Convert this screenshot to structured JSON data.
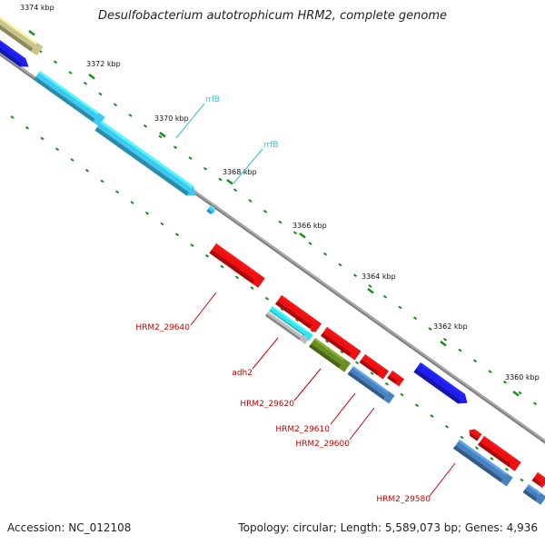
{
  "title": "Desulfobacterium autotrophicum HRM2, complete genome",
  "footer": {
    "accession": "Accession: NC_012108",
    "summary": "Topology: circular; Length: 5,589,073 bp; Genes: 4,936"
  },
  "colors": {
    "backbone": "#808080",
    "tick": "#1a8c1a",
    "label_red": "#cc0000",
    "label_cyan": "#33bbdd"
  },
  "ticks": [
    {
      "label": "3374 kbp"
    },
    {
      "label": "3372 kbp"
    },
    {
      "label": "3370 kbp"
    },
    {
      "label": "3368 kbp"
    },
    {
      "label": "3366 kbp"
    },
    {
      "label": "3364 kbp"
    },
    {
      "label": "3362 kbp"
    },
    {
      "label": "3360 kbp"
    }
  ],
  "feature_labels": [
    {
      "text": "rrlB",
      "color_key": "label_cyan"
    },
    {
      "text": "rrfB",
      "color_key": "label_cyan"
    },
    {
      "text": "HRM2_29640",
      "color_key": "label_red"
    },
    {
      "text": "adh2",
      "color_key": "label_red"
    },
    {
      "text": "HRM2_29620",
      "color_key": "label_red"
    },
    {
      "text": "HRM2_29610",
      "color_key": "label_red"
    },
    {
      "text": "HRM2_29600",
      "color_key": "label_red"
    },
    {
      "text": "HRM2_29580",
      "color_key": "label_red"
    }
  ],
  "features": [
    {
      "color": "#c8c48a",
      "name": "olive-gene-top"
    },
    {
      "color": "#1e1eee",
      "name": "blue-gene-top"
    },
    {
      "color": "#3fc8f0",
      "name": "cyan-rrna-gene-1"
    },
    {
      "color": "#3fc8f0",
      "name": "cyan-rrna-gene-2"
    },
    {
      "color": "#3fc8f0",
      "name": "cyan-rrna-gene-3"
    },
    {
      "color": "#ee1010",
      "name": "red-gene-29640"
    },
    {
      "color": "#ee1010",
      "name": "red-gene-2"
    },
    {
      "color": "#2ee8ee",
      "name": "cyan-gene-adh"
    },
    {
      "color": "#bcbcbc",
      "name": "grey-gene-adh"
    },
    {
      "color": "#ee1010",
      "name": "red-gene-3"
    },
    {
      "color": "#6b8e23",
      "name": "olive-green-gene-29620"
    },
    {
      "color": "#ee1010",
      "name": "red-gene-4"
    },
    {
      "color": "#ee1010",
      "name": "red-gene-5"
    },
    {
      "color": "#4a82c0",
      "name": "steel-blue-gene-29610"
    },
    {
      "color": "#1e1eee",
      "name": "blue-gene-right"
    },
    {
      "color": "#ee1010",
      "name": "red-gene-6"
    },
    {
      "color": "#ee1010",
      "name": "red-gene-7"
    },
    {
      "color": "#4a82c0",
      "name": "steel-blue-gene-29580"
    },
    {
      "color": "#ee1010",
      "name": "red-gene-edge"
    },
    {
      "color": "#4a82c0",
      "name": "steel-blue-gene-edge"
    }
  ]
}
